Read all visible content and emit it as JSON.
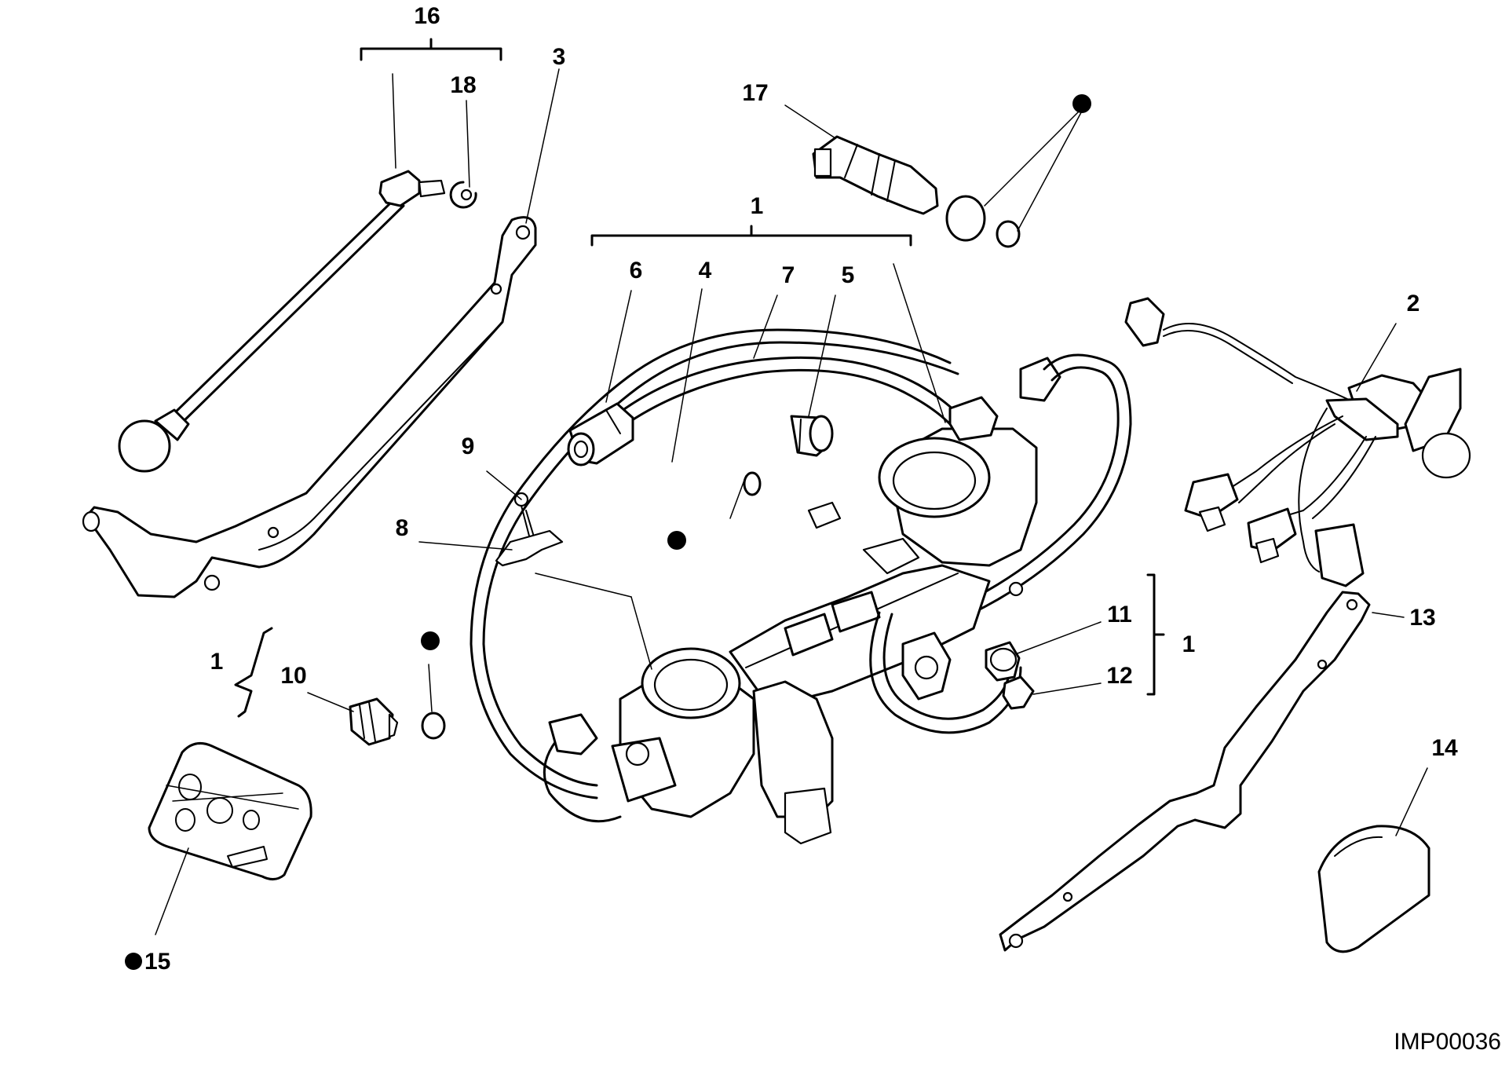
{
  "image_code": "IMP00036",
  "callouts": [
    {
      "id": "c16",
      "text": "16"
    },
    {
      "id": "c18",
      "text": "18"
    },
    {
      "id": "c3",
      "text": "3"
    },
    {
      "id": "c17",
      "text": "17"
    },
    {
      "id": "c1_top",
      "text": "1"
    },
    {
      "id": "c6",
      "text": "6"
    },
    {
      "id": "c4",
      "text": "4"
    },
    {
      "id": "c7",
      "text": "7"
    },
    {
      "id": "c5",
      "text": "5"
    },
    {
      "id": "c2",
      "text": "2"
    },
    {
      "id": "c9",
      "text": "9"
    },
    {
      "id": "c8",
      "text": "8"
    },
    {
      "id": "c11",
      "text": "11"
    },
    {
      "id": "c1_right",
      "text": "1"
    },
    {
      "id": "c12",
      "text": "12"
    },
    {
      "id": "c13",
      "text": "13"
    },
    {
      "id": "c1_left",
      "text": "1"
    },
    {
      "id": "c10",
      "text": "10"
    },
    {
      "id": "c14",
      "text": "14"
    },
    {
      "id": "c15",
      "text": "15"
    }
  ]
}
